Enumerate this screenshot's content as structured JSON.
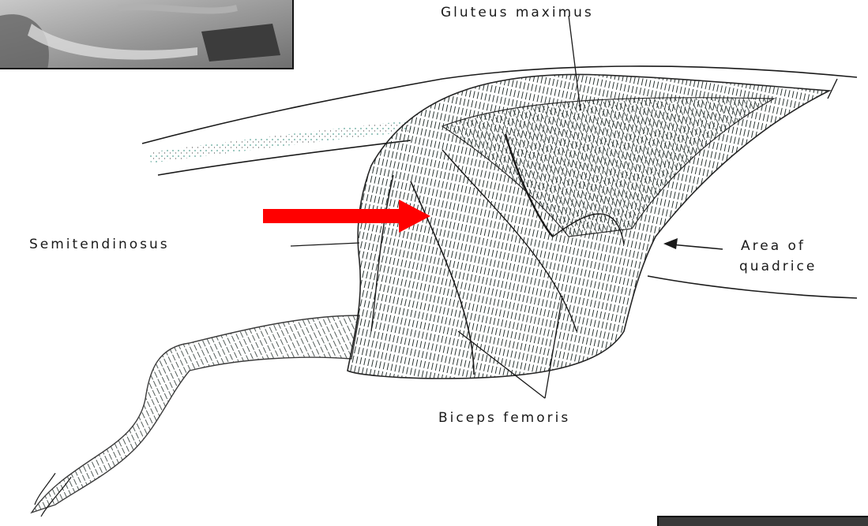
{
  "labels": {
    "gluteus": "Gluteus maximus",
    "semitendinosus": "Semitendinosus",
    "area_line1": "Area of",
    "area_line2": "quadrice",
    "biceps": "Biceps femoris"
  },
  "photos": {
    "top_left": "photo-inset-top-left",
    "bottom_right": "photo-inset-bottom-right"
  },
  "colors": {
    "pointer_arrow": "#ff0000",
    "line_art": "#1a1a1a",
    "stipple_tint": "#2e8b7a"
  },
  "icons": {
    "pointer": "right-arrow-icon",
    "leader": "left-arrow-icon"
  }
}
